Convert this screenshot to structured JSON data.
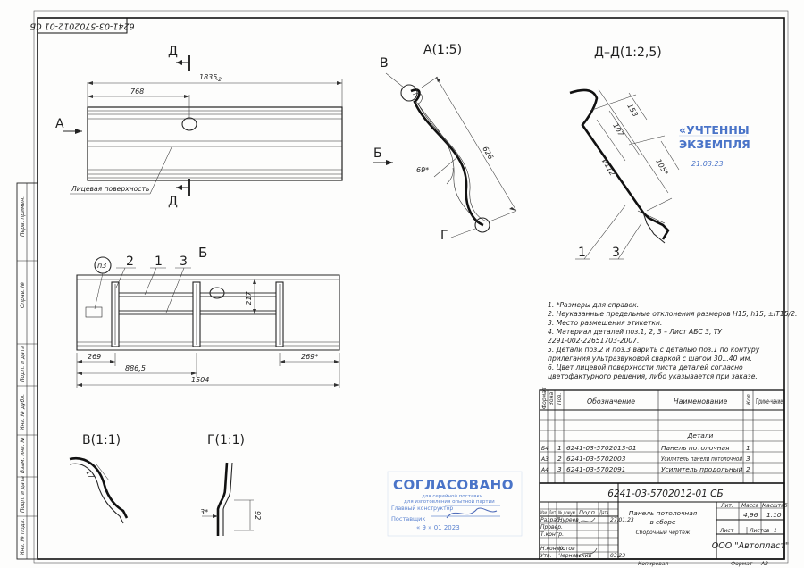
{
  "drawing_number_rotated": "6241-03-5702012-01 СБ",
  "views": {
    "a_arrow": "А",
    "section_mark_d": "Д",
    "section_mark_b": "Б",
    "view_a_title": "А(1:5)",
    "section_d_title": "Д–Д(1:2,5)",
    "detail_v_title": "В(1:1)",
    "detail_g_title": "Г(1:1)",
    "callout_v": "В",
    "callout_g": "Г",
    "callout_b": "Б"
  },
  "top_view": {
    "dim_overall": "1835",
    "dim_overall_tol": "-2",
    "dim_768": "768",
    "face_label": "Лицевая поверхность"
  },
  "bottom_view": {
    "label_n3": "п3",
    "pos_2": "2",
    "pos_1": "1",
    "pos_3": "3",
    "dim_217": "217",
    "dim_269_left": "269",
    "dim_269_right": "269*",
    "dim_886": "886,5",
    "dim_1504": "1504"
  },
  "view_a": {
    "dim_626": "626",
    "angle_69": "69*"
  },
  "section_d": {
    "dim_153": "153",
    "dim_107": "107",
    "dim_112": "ø112",
    "dim_105": "105*",
    "pos_1": "1",
    "pos_3": "3"
  },
  "detail_v": {
    "dim_17": "17"
  },
  "detail_g": {
    "dim_3": "3*",
    "dim_92": "92"
  },
  "notes": [
    "1. *Размеры для справок.",
    "2. Неуказанные предельные отклонения размеров H15, h15, ±IT15/2.",
    "3. Место размещения этикетки.",
    "4. Материал деталей поз.1,  2,  3  –  Лист  АБС  3,  ТУ",
    "2291-002-22651703-2007.",
    "5. Детали поз.2 и поз.3 варить с деталью поз.1    по контуру",
    "прилегания ультразвуковой сваркой с шагом 30...40 мм.",
    "6. Цвет лицевой поверхности листа деталей согласно",
    "цветофактурного решения, либо указывается при заказе."
  ],
  "spec_table": {
    "headers": {
      "format": "Формат",
      "zone": "Зона",
      "pos": "Поз.",
      "designation": "Обозначение",
      "name": "Наименование",
      "qty": "Кол.",
      "note": "Приме-чание"
    },
    "section": "Детали",
    "rows": [
      {
        "format": "Б4",
        "pos": "1",
        "designation": "6241-03-5702013-01",
        "name": "Панель потолочная",
        "qty": "1"
      },
      {
        "format": "А3",
        "pos": "2",
        "designation": "6241-03-5702003",
        "name": "Усилитель панели потолочной",
        "qty": "3"
      },
      {
        "format": "А4",
        "pos": "3",
        "designation": "6241-03-5702091",
        "name": "Усилитель продольный",
        "qty": "2"
      }
    ]
  },
  "title_block": {
    "doc_number": "6241-03-5702012-01 СБ",
    "product_name_1": "Панель потолочная",
    "product_name_2": "в сборе",
    "doc_type": "Сборочный чертеж",
    "col_lit": "Лит.",
    "col_mass": "Масса",
    "col_scale": "Масштаб",
    "mass": "4,96",
    "scale": "1:10",
    "sheet_label": "Лист",
    "sheets_label": "Листов",
    "sheets_value": "1",
    "company": "ООО \"Автопласт\"",
    "roles": [
      "Изм.",
      "Лист",
      "№ докум.",
      "Подп.",
      "Дата",
      "Разраб.",
      "Провер.",
      "Т.контр.",
      "Н.контр.",
      "Утв."
    ],
    "developer": "Нуреев",
    "norm_control": "Котов",
    "approved": "Чернявский",
    "date_1": "27.01.23",
    "date_2": "03.23",
    "copied": "Копировал",
    "format_label": "Формат",
    "format_value": "А2"
  },
  "side_strip": [
    "Перв. примен.",
    "Справ. №",
    "Подп. и дата",
    "Инв. № дубл.",
    "Взам. инв. №",
    "Подп. и дата",
    "Инв. № подл."
  ],
  "stamp_agreed": {
    "title": "СОГЛАСОВАНО",
    "line_1": "для серийной поставки",
    "line_2": "для изготовления опытной партии",
    "line_3": "Главный конструктор",
    "line_4": "Поставщик",
    "date_1": "« 9 » 01 2023"
  },
  "stamp_counted": {
    "line_1": "«УЧТЕННЫ",
    "line_2": "ЭКЗЕМПЛЯ",
    "date": "21.03.23"
  }
}
